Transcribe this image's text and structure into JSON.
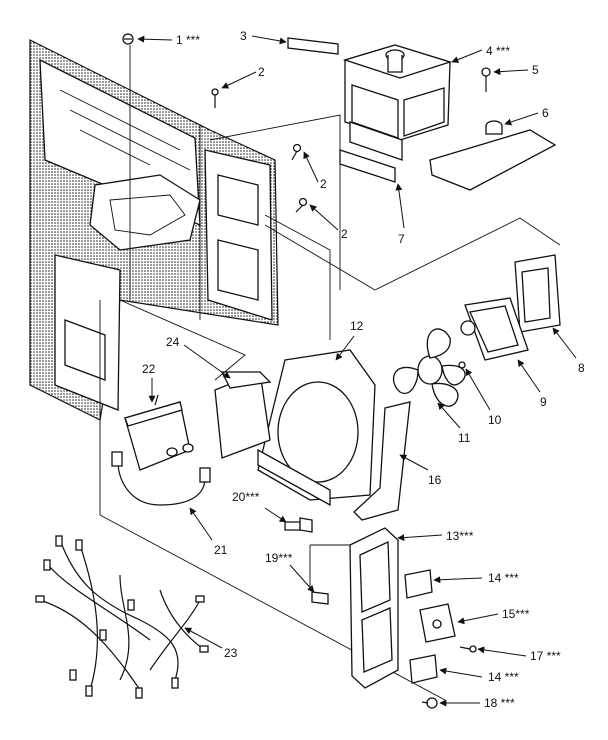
{
  "callouts": [
    {
      "id": "c1",
      "text": "1 ***"
    },
    {
      "id": "c2a",
      "text": "2"
    },
    {
      "id": "c2b",
      "text": "2"
    },
    {
      "id": "c2c",
      "text": "2"
    },
    {
      "id": "c3",
      "text": "3"
    },
    {
      "id": "c4",
      "text": "4 ***"
    },
    {
      "id": "c5",
      "text": "5"
    },
    {
      "id": "c6",
      "text": "6"
    },
    {
      "id": "c7",
      "text": "7"
    },
    {
      "id": "c8",
      "text": "8"
    },
    {
      "id": "c9",
      "text": "9"
    },
    {
      "id": "c10",
      "text": "10"
    },
    {
      "id": "c11",
      "text": "11"
    },
    {
      "id": "c12",
      "text": "12"
    },
    {
      "id": "c13",
      "text": "13***"
    },
    {
      "id": "c14a",
      "text": "14 ***"
    },
    {
      "id": "c14b",
      "text": "14 ***"
    },
    {
      "id": "c15",
      "text": "15***"
    },
    {
      "id": "c16",
      "text": "16"
    },
    {
      "id": "c17",
      "text": "17 ***"
    },
    {
      "id": "c18",
      "text": "18 ***"
    },
    {
      "id": "c19",
      "text": "19***"
    },
    {
      "id": "c20",
      "text": "20***"
    },
    {
      "id": "c21",
      "text": "21"
    },
    {
      "id": "c22",
      "text": "22"
    },
    {
      "id": "c23",
      "text": "23"
    },
    {
      "id": "c24",
      "text": "24"
    }
  ]
}
